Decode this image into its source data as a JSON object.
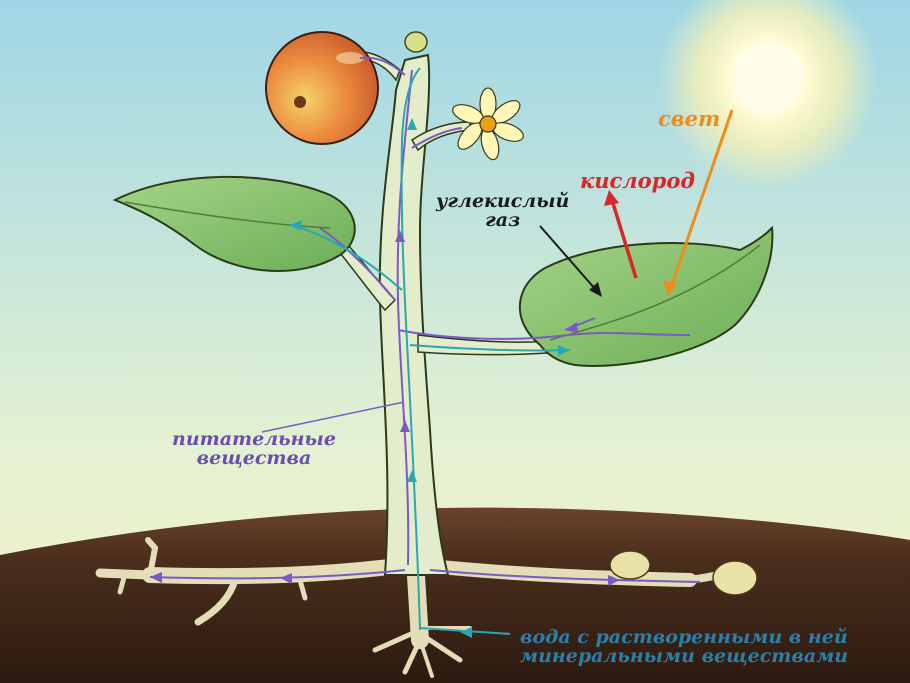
{
  "labels": {
    "light": "свет",
    "oxygen": "кислород",
    "co2_line1": "углекислый",
    "co2_line2": "газ",
    "nutrients_line1": "питательные",
    "nutrients_line2": "вещества",
    "water_line1": "вода с растворенными в ней",
    "water_line2": "минеральными веществами"
  },
  "colors": {
    "sky_top": "#9fd6e6",
    "sky_bottom": "#f4f2c6",
    "soil": "#4a2e1c",
    "stem": "#e3eccb",
    "leaf": "#86c46a",
    "fruit": "#e9823f",
    "sun": "#fff9c8",
    "light_arrow": "#f08a1c",
    "oxygen_arrow": "#d8262b",
    "nutrient_path": "#7a5bc2",
    "water_path": "#2aa6b5"
  }
}
